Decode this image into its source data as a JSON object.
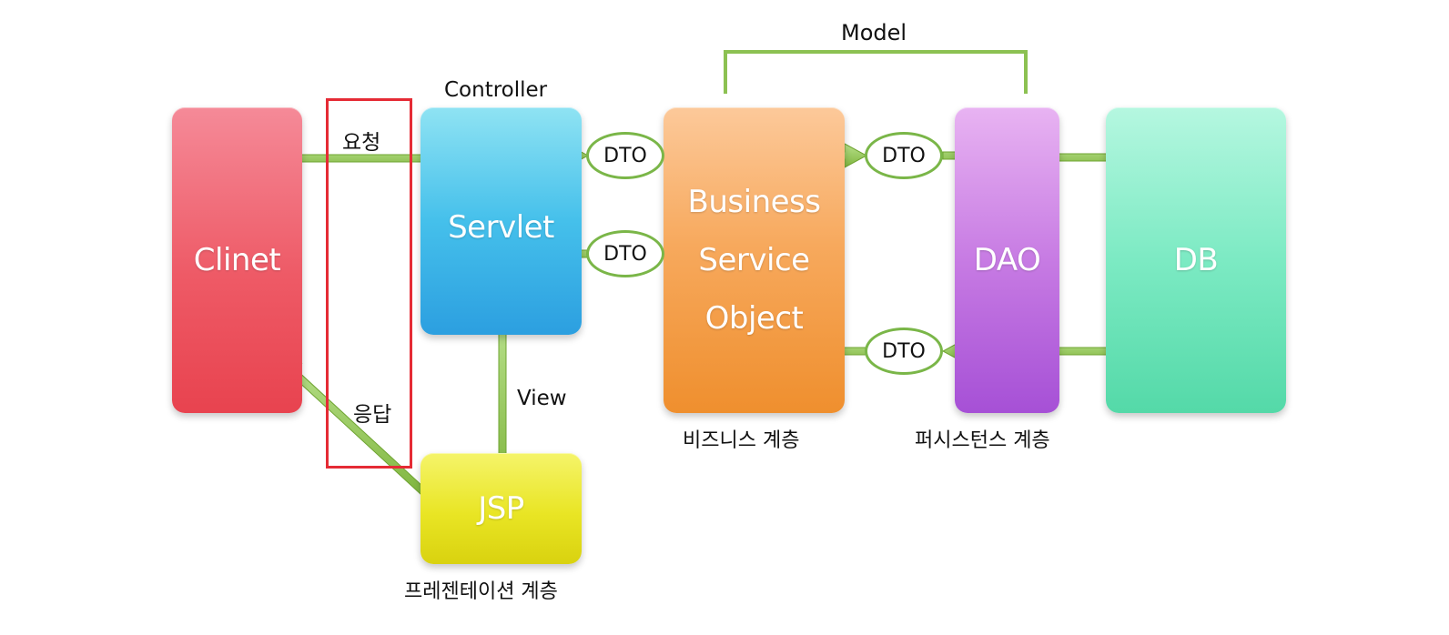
{
  "boxes": {
    "client": "Clinet",
    "servlet": "Servlet",
    "jsp": "JSP",
    "business_service_object": "Business\nService\nObject",
    "dao": "DAO",
    "db": "DB"
  },
  "labels": {
    "controller": "Controller",
    "model": "Model",
    "view": "View",
    "request": "요청",
    "response": "응답",
    "business_layer": "비즈니스 계층",
    "persistence_layer": "퍼시스턴스 계층",
    "presentation_layer": "프레젠테이션 계층"
  },
  "dto": {
    "label": "DTO"
  },
  "colors": {
    "arrow": "#8cc152",
    "highlight_border": "#e52b35",
    "client": "#ee5a66",
    "servlet": "#45c0eb",
    "jsp": "#e9e524",
    "business": "#f7a95d",
    "dao": "#c77be3",
    "db": "#7ceac3"
  }
}
